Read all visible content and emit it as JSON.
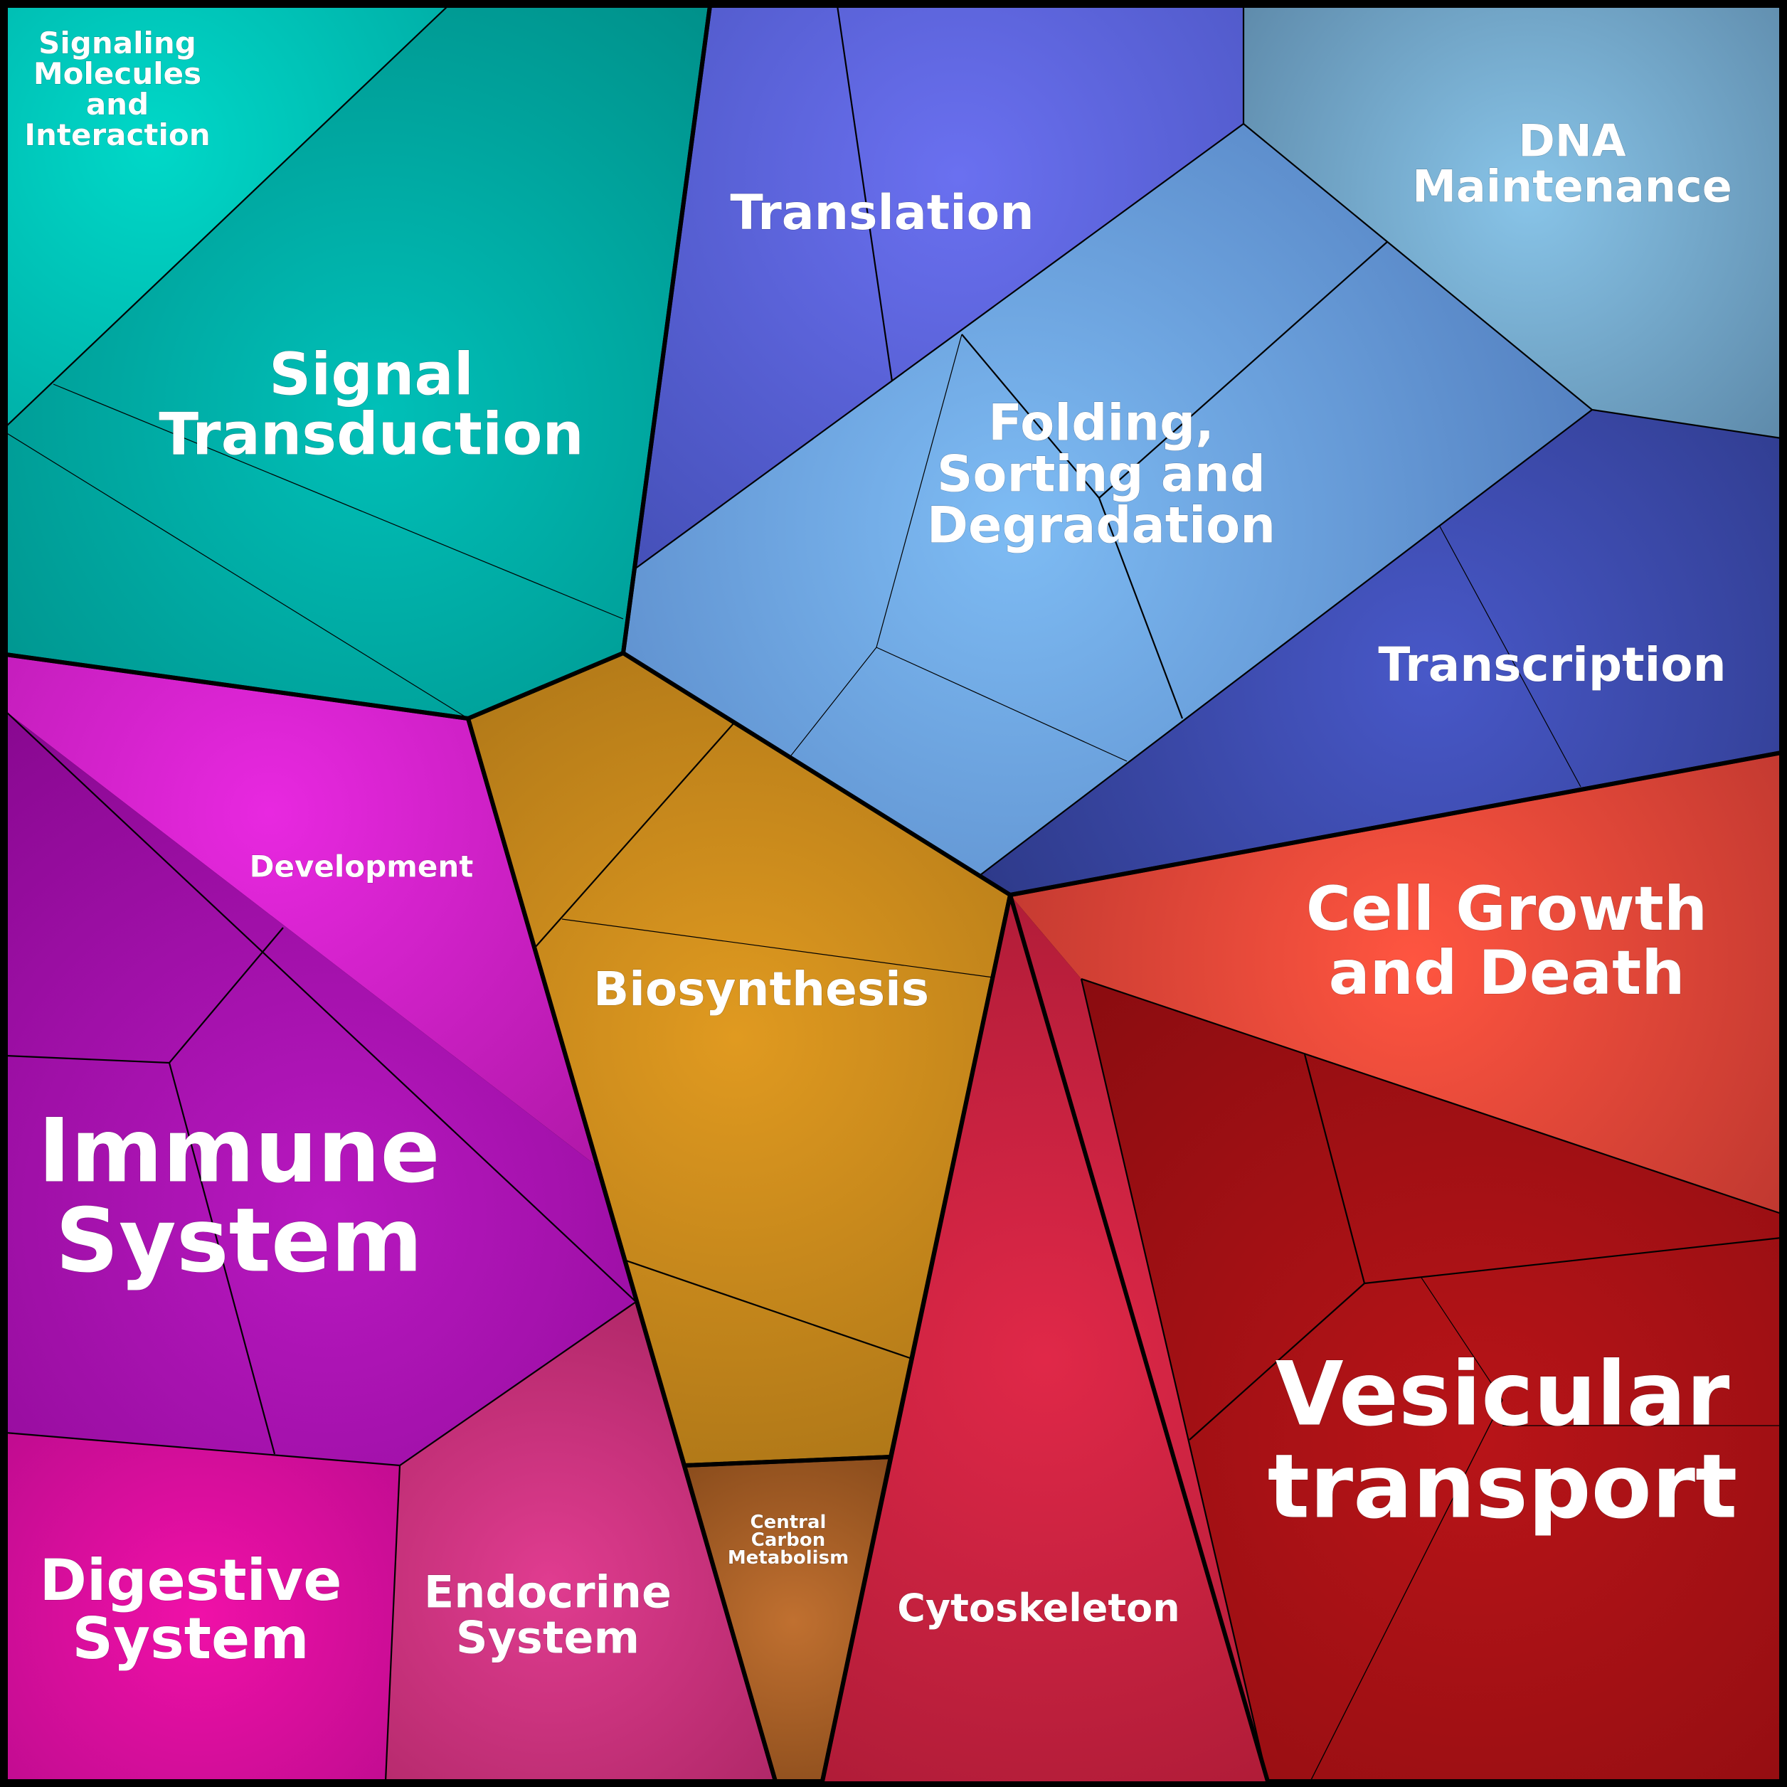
{
  "diagram": {
    "type": "voronoi-treemap",
    "cells": [
      {
        "id": "signaling-molecules",
        "label": [
          "Signaling",
          "Molecules",
          "and",
          "Interaction"
        ],
        "color": "#00b0a8",
        "highlight": "#00d8c8"
      },
      {
        "id": "signal-transduction",
        "label": [
          "Signal",
          "Transduction"
        ],
        "color": "#00908a",
        "highlight": "#00c0b8"
      },
      {
        "id": "translation",
        "label": [
          "Translation"
        ],
        "color": "#4550b8",
        "highlight": "#6a70f0"
      },
      {
        "id": "dna-maintenance",
        "label": [
          "DNA",
          "Maintenance"
        ],
        "color": "#5e8aaa",
        "highlight": "#88c4e8"
      },
      {
        "id": "folding-sorting",
        "label": [
          "Folding,",
          "Sorting and",
          "Degradation"
        ],
        "color": "#5582c2",
        "highlight": "#7ebcf4"
      },
      {
        "id": "transcription",
        "label": [
          "Transcription"
        ],
        "color": "#2e3a8a",
        "highlight": "#4858c8"
      },
      {
        "id": "development",
        "label": [
          "Development"
        ],
        "color": "#b018a8",
        "highlight": "#e828e0"
      },
      {
        "id": "biosynthesis",
        "label": [
          "Biosynthesis"
        ],
        "color": "#b07818",
        "highlight": "#e09a20"
      },
      {
        "id": "cell-growth",
        "label": [
          "Cell Growth",
          "and Death"
        ],
        "color": "#c03830",
        "highlight": "#ff5540"
      },
      {
        "id": "immune-system",
        "label": [
          "Immune",
          "System"
        ],
        "color": "#880890",
        "highlight": "#b818c0"
      },
      {
        "id": "cytoskeleton",
        "label": [
          "Cytoskeleton"
        ],
        "color": "#b01c38",
        "highlight": "#e02848"
      },
      {
        "id": "vesicular-transport",
        "label": [
          "Vesicular",
          "transport"
        ],
        "color": "#8a0c10",
        "highlight": "#b81418"
      },
      {
        "id": "digestive-system",
        "label": [
          "Digestive",
          "System"
        ],
        "color": "#c00c90",
        "highlight": "#f010a8"
      },
      {
        "id": "endocrine-system",
        "label": [
          "Endocrine",
          "System"
        ],
        "color": "#b02868",
        "highlight": "#e03c90"
      },
      {
        "id": "central-carbon",
        "label": [
          "Central",
          "Carbon",
          "Metabolism"
        ],
        "color": "#8a4c1c",
        "highlight": "#c07030"
      }
    ]
  }
}
